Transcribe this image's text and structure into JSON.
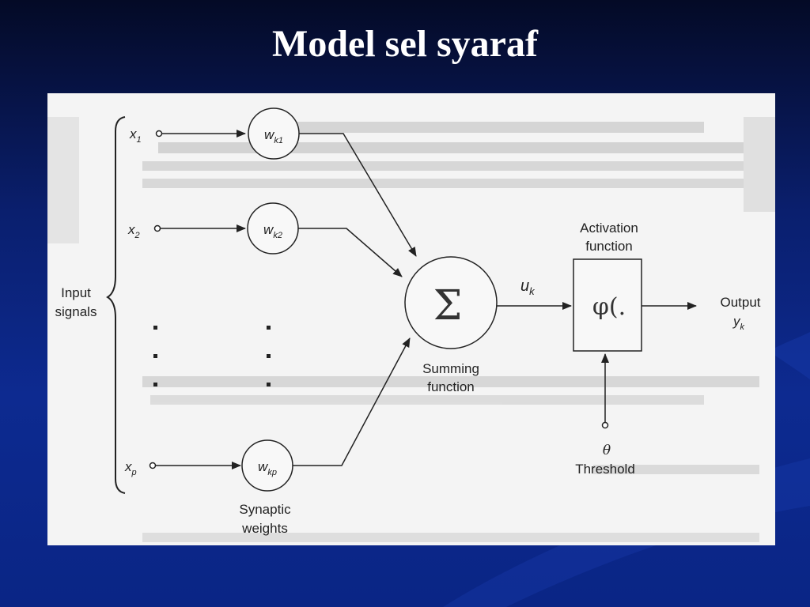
{
  "slide": {
    "title": "Model sel syaraf"
  },
  "diagram": {
    "inputs_label_line1": "Input",
    "inputs_label_line2": "signals",
    "inputs": [
      {
        "var": "x",
        "sub": "1"
      },
      {
        "var": "x",
        "sub": "2"
      },
      {
        "var": "x",
        "sub": "p"
      }
    ],
    "weights": [
      {
        "var": "w",
        "sub": "k1"
      },
      {
        "var": "w",
        "sub": "k2"
      },
      {
        "var": "w",
        "sub": "kp"
      }
    ],
    "synaptic_label_line1": "Synaptic",
    "synaptic_label_line2": "weights",
    "summing_symbol": "Σ",
    "summing_label_line1": "Summing",
    "summing_label_line2": "function",
    "activation_output": {
      "var": "u",
      "sub": "k"
    },
    "activation_label_line1": "Activation",
    "activation_label_line2": "function",
    "activation_symbol": "φ(.",
    "threshold_symbol": "θ",
    "threshold_label": "Threshold",
    "output_label": "Output",
    "output_value": {
      "var": "y",
      "sub": "k"
    }
  },
  "colors": {
    "background_top": "#040a26",
    "background_bottom": "#0d2a90",
    "figure_background": "#f4f4f4",
    "ink": "#222222",
    "title": "#ffffff"
  }
}
